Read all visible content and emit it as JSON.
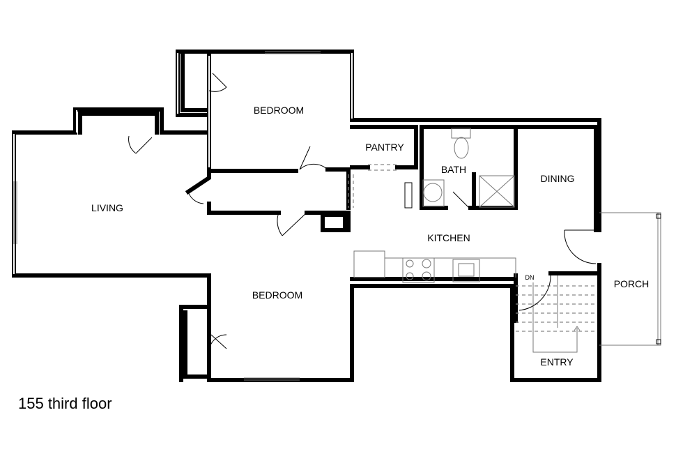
{
  "title": "155 third floor",
  "rooms": {
    "bedroom_upper": "BEDROOM",
    "bedroom_lower": "BEDROOM",
    "living": "LIVING",
    "pantry": "PANTRY",
    "bath": "BATH",
    "dining": "DINING",
    "kitchen": "KITCHEN",
    "porch": "PORCH",
    "entry": "ENTRY"
  },
  "stair_label": "DN"
}
